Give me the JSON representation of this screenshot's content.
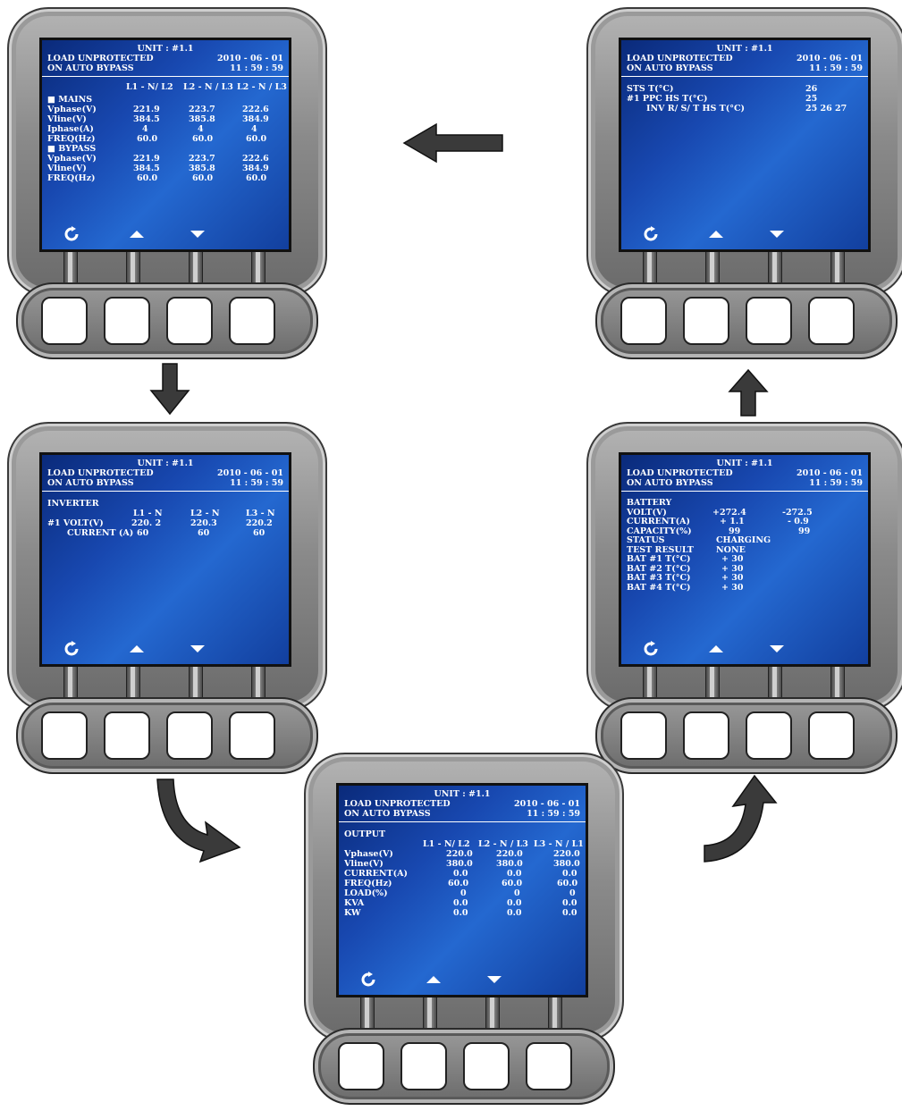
{
  "header": {
    "unit": "UNIT : #1.1",
    "status_line1": "LOAD UNPROTECTED",
    "status_line2": "ON AUTO BYPASS",
    "date": "2010 - 06 - 01",
    "time": "11 : 59 : 59"
  },
  "panels": {
    "mains_bypass": {
      "cols": [
        "L1 - N/ L2",
        "L2 - N / L3",
        "L2 - N / L3"
      ],
      "mains_title": "MAINS",
      "mains_rows": [
        {
          "label": "Vphase(V)",
          "v": [
            "221.9",
            "223.7",
            "222.6"
          ]
        },
        {
          "label": "Vline(V)",
          "v": [
            "384.5",
            "385.8",
            "384.9"
          ]
        },
        {
          "label": "Iphase(A)",
          "v": [
            "4",
            "4",
            "4"
          ]
        },
        {
          "label": "FREQ(Hz)",
          "v": [
            "60.0",
            "60.0",
            "60.0"
          ]
        }
      ],
      "bypass_title": "BYPASS",
      "bypass_rows": [
        {
          "label": "Vphase(V)",
          "v": [
            "221.9",
            "223.7",
            "222.6"
          ]
        },
        {
          "label": "Vline(V)",
          "v": [
            "384.5",
            "385.8",
            "384.9"
          ]
        },
        {
          "label": "FREQ(Hz)",
          "v": [
            "60.0",
            "60.0",
            "60.0"
          ]
        }
      ]
    },
    "inverter": {
      "title": "INVERTER",
      "cols": [
        "L1 - N",
        "L2 - N",
        "L3 - N"
      ],
      "rows": [
        {
          "label": "#1  VOLT(V)",
          "v": [
            "220. 2",
            "220.3",
            "220.2"
          ]
        },
        {
          "label": "CURRENT (A)",
          "v": [
            "60",
            "60",
            "60"
          ]
        }
      ]
    },
    "output": {
      "title": "OUTPUT",
      "cols": [
        "L1 - N/ L2",
        "L2 - N / L3",
        "L3 - N / L1"
      ],
      "rows": [
        {
          "label": "Vphase(V)",
          "v": [
            "220.0",
            "220.0",
            "220.0"
          ]
        },
        {
          "label": "Vline(V)",
          "v": [
            "380.0",
            "380.0",
            "380.0"
          ]
        },
        {
          "label": "CURRENT(A)",
          "v": [
            "0.0",
            "0.0",
            "0.0"
          ]
        },
        {
          "label": "FREQ(Hz)",
          "v": [
            "60.0",
            "60.0",
            "60.0"
          ]
        },
        {
          "label": "LOAD(%)",
          "v": [
            "0",
            "0",
            "0"
          ]
        },
        {
          "label": "KVA",
          "v": [
            "0.0",
            "0.0",
            "0.0"
          ]
        },
        {
          "label": "KW",
          "v": [
            "0.0",
            "0.0",
            "0.0"
          ]
        }
      ]
    },
    "battery": {
      "title": "BATTERY",
      "rows": [
        {
          "label": "VOLT(V)",
          "v": [
            "+272.4",
            "-272.5"
          ]
        },
        {
          "label": "CURRENT(A)",
          "v": [
            "+ 1.1",
            "- 0.9"
          ]
        },
        {
          "label": "CAPACITY(%)",
          "v": [
            "99",
            "99"
          ]
        },
        {
          "label": "STATUS",
          "v": [
            "CHARGING",
            ""
          ]
        },
        {
          "label": "TEST RESULT",
          "v": [
            "NONE",
            ""
          ]
        },
        {
          "label": "BAT #1 T(°C)",
          "v": [
            "+ 30",
            ""
          ]
        },
        {
          "label": "BAT #2 T(°C)",
          "v": [
            "+ 30",
            ""
          ]
        },
        {
          "label": "BAT #3 T(°C)",
          "v": [
            "+ 30",
            ""
          ]
        },
        {
          "label": "BAT #4 T(°C)",
          "v": [
            "+ 30",
            ""
          ]
        }
      ]
    },
    "temperature": {
      "rows": [
        {
          "label": "STS T(°C)",
          "v": "26"
        },
        {
          "label": "#1  PPC HS T(°C)",
          "v": "25"
        },
        {
          "label": "INV R/ S/ T HS T(°C)",
          "v": "25  26  27"
        }
      ]
    }
  },
  "colors": {
    "screen": "#1848b0",
    "bezel": "#8a8a8a",
    "arrow": "#333333"
  },
  "icons": [
    "refresh-icon",
    "up-arrow-icon",
    "down-arrow-icon"
  ]
}
